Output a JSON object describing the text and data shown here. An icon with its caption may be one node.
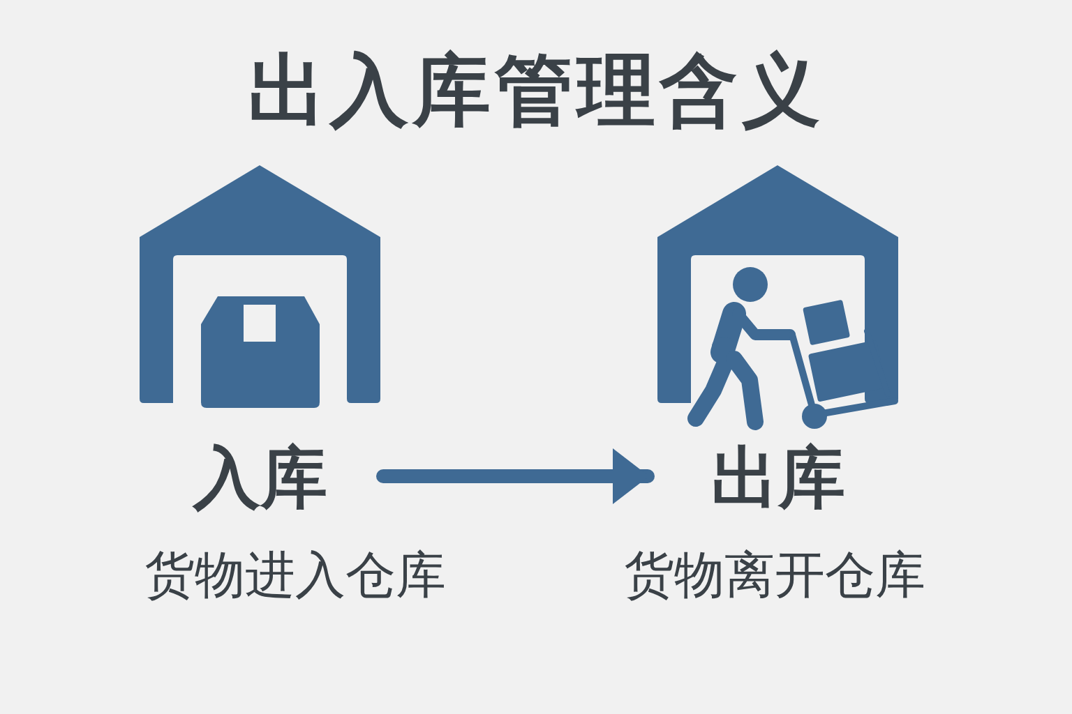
{
  "diagram": {
    "title": "出入库管理含义",
    "nodes": [
      {
        "text": [
          "入库"
        ],
        "beside": [
          "货物进入仓库"
        ]
      },
      {
        "text": [
          "出库"
        ],
        "beside": [
          "货物离开仓库"
        ]
      }
    ],
    "edges": [
      {
        "from": 0,
        "to": 1,
        "arrow": "to"
      }
    ]
  }
}
